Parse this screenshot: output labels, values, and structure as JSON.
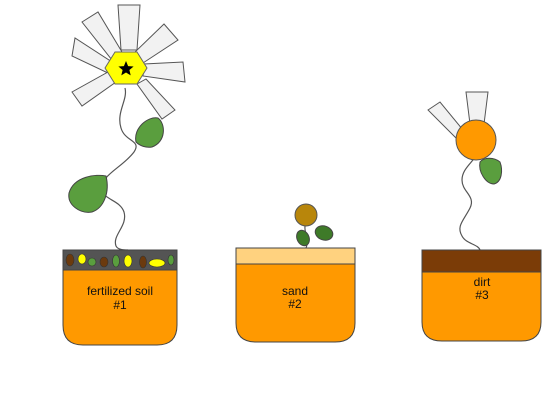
{
  "pots": [
    {
      "label": "fertilized soil",
      "number": "#1",
      "soil_color": "#545454"
    },
    {
      "label": "sand",
      "number": "#2",
      "soil_color": "#FFD27F"
    },
    {
      "label": "dirt",
      "number": "#3",
      "soil_color": "#7B3C07"
    }
  ],
  "colors": {
    "pot": "#FF9900",
    "leaf": "#5A9E3E",
    "petal": "#F2F2F2",
    "flower_center_1": "#FFFF00",
    "flower_center_3": "#FF9900",
    "bud": "#B8860B",
    "outline": "#444444"
  },
  "icons": {
    "flower_center_mark": "star-icon"
  }
}
